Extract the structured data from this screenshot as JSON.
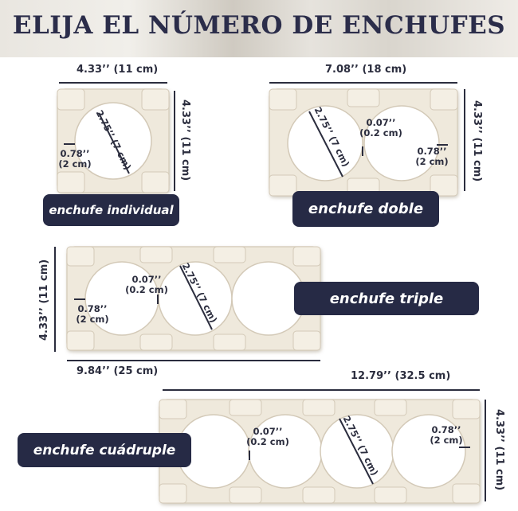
{
  "header": {
    "title": "ELIJA EL NÚMERO DE ENCHUFES"
  },
  "colors": {
    "pill_bg": "#262a45",
    "frame": "#efe9dc",
    "text": "#2b2d3e"
  },
  "single": {
    "width": "4.33’’ (11 cm)",
    "height": "4.33’’ (11 cm)",
    "diameter": "2.75’’ (7 cm)",
    "margin": "0.78’’\n(2 cm)",
    "label": "enchufe individual"
  },
  "double": {
    "width": "7.08’’ (18 cm)",
    "height": "4.33’’ (11 cm)",
    "diameter": "2.75’’ (7 cm)",
    "gap": "0.07’’\n(0.2 cm)",
    "margin": "0.78’’\n(2 cm)",
    "label": "enchufe doble"
  },
  "triple": {
    "width": "9.84’’ (25 cm)",
    "height": "4.33’’ (11 cm)",
    "diameter": "2.75’’ (7 cm)",
    "gap": "0.07’’\n(0.2 cm)",
    "margin": "0.78’’\n(2 cm)",
    "label": "enchufe triple"
  },
  "quad": {
    "width": "12.79’’ (32.5 cm)",
    "height": "4.33’’ (11 cm)",
    "diameter": "2.75’’ (7 cm)",
    "gap": "0.07’’\n(0.2 cm)",
    "margin": "0.78’’\n(2 cm)",
    "label": "enchufe cuádruple"
  }
}
